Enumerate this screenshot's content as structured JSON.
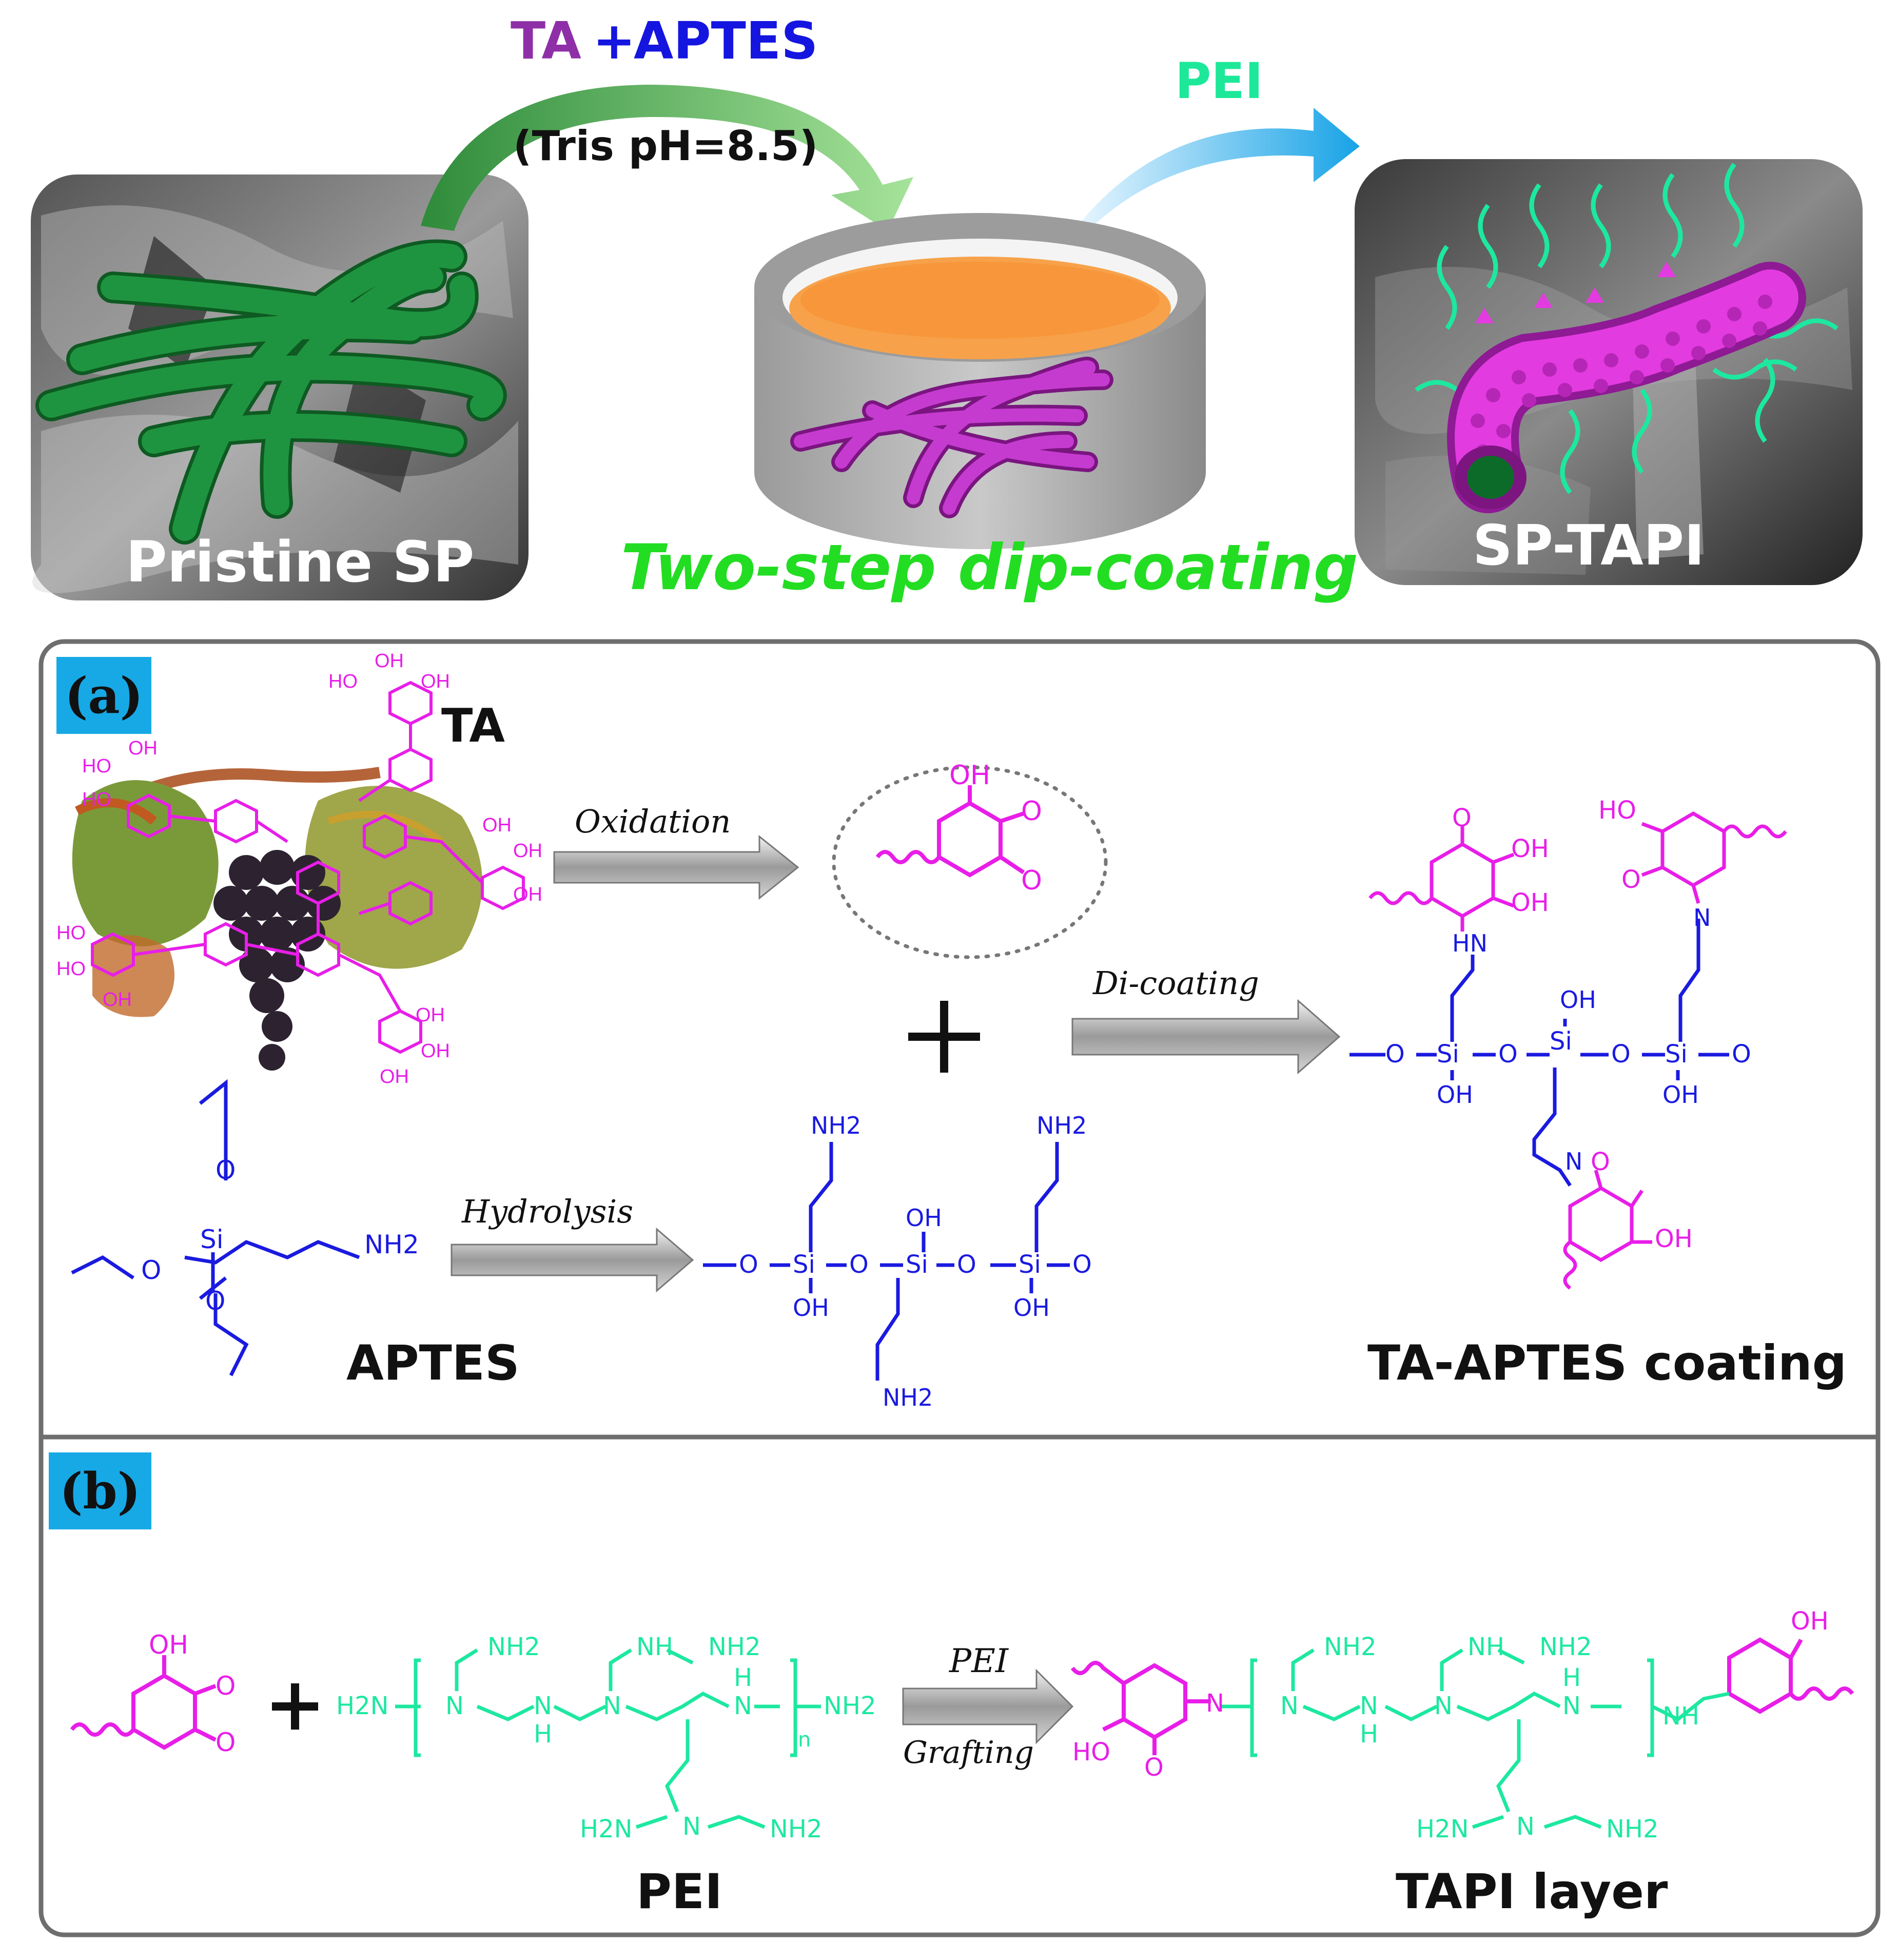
{
  "header": {
    "reagent_ta": "TA",
    "reagent_plus": "+",
    "reagent_aptes": "APTES",
    "condition": "(Tris pH=8.5)",
    "step2_reagent": "PEI",
    "process_label": "Two-step dip-coating",
    "left_label": "Pristine SP",
    "right_label": "SP-TAPI"
  },
  "panel_a": {
    "tag": "(a)",
    "ta_label": "TA",
    "oxidation": "Oxidation",
    "dicoating": "Di-coating",
    "hydrolysis": "Hydrolysis",
    "aptes_label": "APTES",
    "product_label": "TA-APTES coating",
    "plus": "+"
  },
  "panel_b": {
    "tag": "(b)",
    "plus": "+",
    "arrow_top": "PEI",
    "arrow_bottom": "Grafting",
    "pei_label": "PEI",
    "product_label": "TAPI layer",
    "n": "n"
  },
  "chem": {
    "OH": "OH",
    "HO": "HO",
    "O": "O",
    "Si": "Si",
    "NH2": "NH2",
    "H2N": "H2N",
    "HN": "HN",
    "NH": "NH",
    "N": "N",
    "H": "H"
  },
  "colors": {
    "ta": "#8e2fa8",
    "aptes": "#1515e0",
    "pei": "#1de89a",
    "process": "#22dd22",
    "magenta": "#e81ee8",
    "blue": "#1a1ae0",
    "green": "#1de8a0",
    "tag_bg": "#17a9e6"
  },
  "icons": [
    "green-curved-arrow-icon",
    "cyan-curved-arrow-icon",
    "dip-coating-dish-icon",
    "fiber-bundle-icon",
    "coated-fiber-icon",
    "grape-vine-image",
    "process-arrow-icon"
  ]
}
